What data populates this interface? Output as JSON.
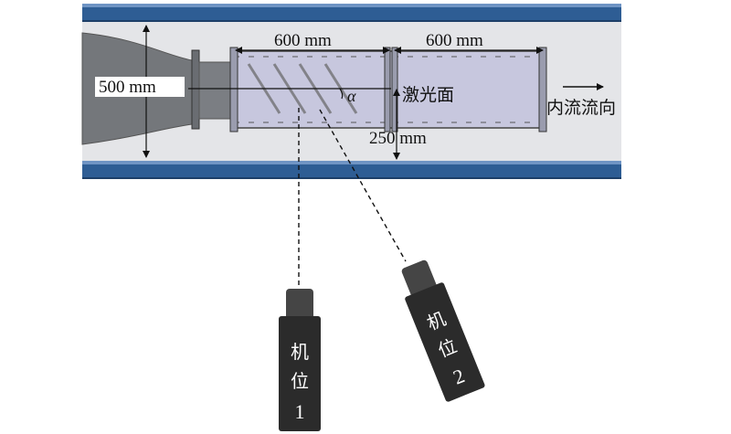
{
  "labels": {
    "height_500": "500 mm",
    "length_left": "600 mm",
    "length_right": "600 mm",
    "spacing_250": "250 mm",
    "angle": "α",
    "laser_plane": "激光面",
    "flow_direction": "内流流向"
  },
  "cameras": [
    {
      "chars": [
        "机",
        "位",
        "1"
      ]
    },
    {
      "chars": [
        "机",
        "位",
        "2"
      ]
    }
  ],
  "colors": {
    "pipe_wall": "#2e5d94",
    "pipe_wall_top": "#6f94c4",
    "pipe_background": "#e4e5e8",
    "nozzle": "#74777b",
    "test_section": "#c7c7de",
    "camera_body": "#2b2b2b",
    "camera_lens": "#454545"
  }
}
